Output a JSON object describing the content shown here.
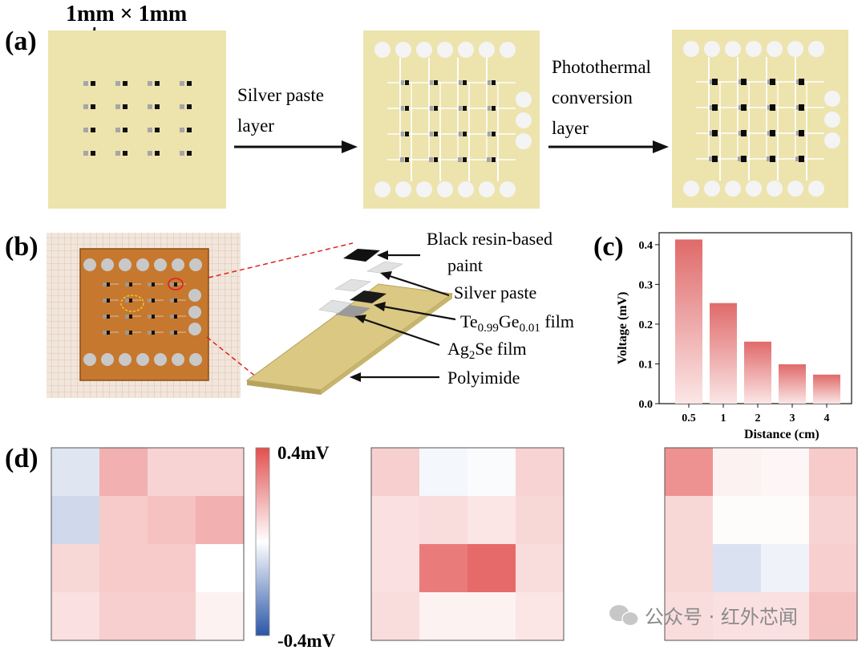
{
  "panel_a": {
    "label": "(a)",
    "size_annotation": "1mm × 1mm",
    "step1": [
      "Silver paste",
      "layer"
    ],
    "step2": [
      "Photothermal",
      "conversion",
      "layer"
    ]
  },
  "panel_b": {
    "label": "(b)",
    "layers": {
      "black_paint": [
        "Black resin-based",
        "paint"
      ],
      "silver": "Silver paste",
      "te_base": "Te",
      "te_sub1": "0.99",
      "te_mid": "Ge",
      "te_sub2": "0.01",
      "te_tail": " film",
      "ag_base": "Ag",
      "ag_sub": "2",
      "ag_tail": "Se film",
      "polyimide": "Polyimide"
    }
  },
  "panel_c": {
    "label": "(c)"
  },
  "panel_d": {
    "label": "(d)",
    "colorbar_max": "0.4mV",
    "colorbar_min": "-0.4mV",
    "heatmaps": [
      [
        [
          -0.06,
          0.18,
          0.1,
          0.1
        ],
        [
          -0.09,
          0.12,
          0.14,
          0.18
        ],
        [
          0.09,
          0.12,
          0.12,
          0.0
        ],
        [
          0.07,
          0.11,
          0.11,
          0.03
        ]
      ],
      [
        [
          0.11,
          -0.02,
          -0.01,
          0.1
        ],
        [
          0.07,
          0.08,
          0.06,
          0.09
        ],
        [
          0.07,
          0.3,
          0.34,
          0.08
        ],
        [
          0.08,
          0.03,
          0.03,
          0.06
        ]
      ],
      [
        [
          0.25,
          0.03,
          0.02,
          0.12
        ],
        [
          0.09,
          0.01,
          0.01,
          0.1
        ],
        [
          0.09,
          -0.07,
          -0.03,
          0.11
        ],
        [
          0.08,
          0.07,
          0.07,
          0.14
        ]
      ]
    ]
  },
  "watermark": "公众号 · 红外芯闻",
  "chart_data": {
    "type": "bar",
    "categories": [
      "0.5",
      "1",
      "2",
      "3",
      "4"
    ],
    "values": [
      0.413,
      0.253,
      0.156,
      0.099,
      0.073
    ],
    "xlabel": "Distance (cm)",
    "ylabel": "Voltage (mV)",
    "ylim": [
      0,
      0.43
    ],
    "yticks": [
      "0.0",
      "0.1",
      "0.2",
      "0.3",
      "0.4"
    ],
    "bar_color": "#e06a6a"
  }
}
